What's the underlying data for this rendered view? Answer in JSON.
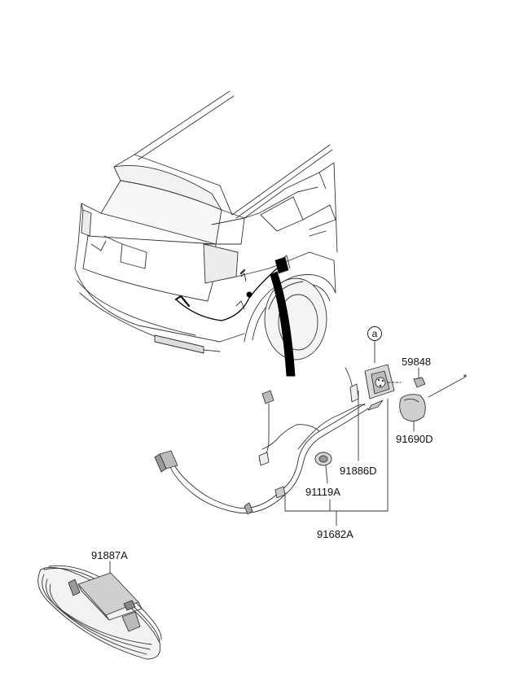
{
  "diagram": {
    "callout_letter": "a",
    "parts": {
      "p59848": "59848",
      "p91690D": "91690D",
      "p91886D": "91886D",
      "p91119A": "91119A",
      "p91682A": "91682A",
      "p91887A": "91887A"
    },
    "colors": {
      "line": "#333333",
      "fill_light": "#f2f2f2",
      "fill_part": "#d9d9d9",
      "fill_dark": "#9a9a9a",
      "black": "#000000"
    }
  }
}
